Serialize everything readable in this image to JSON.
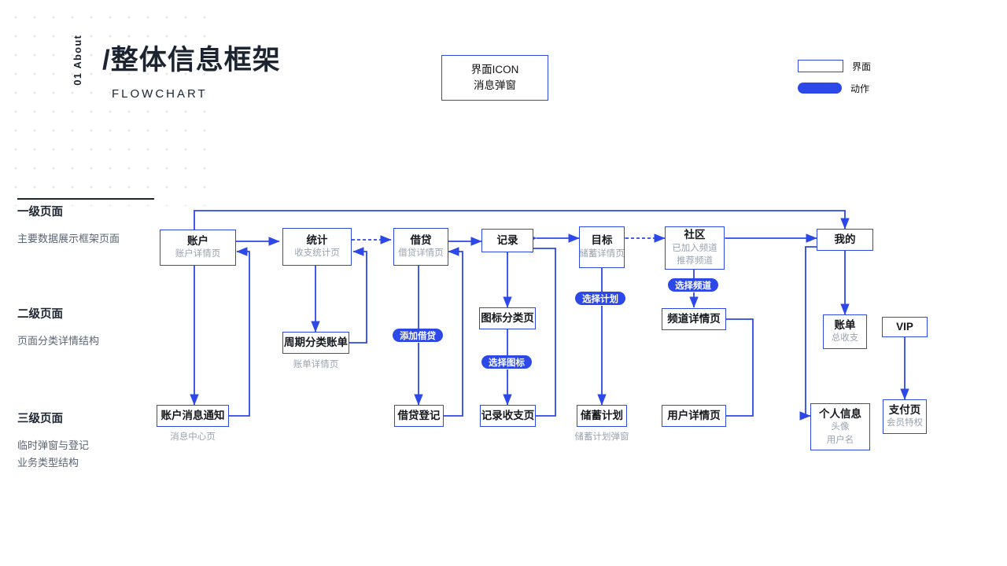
{
  "page": {
    "accent": "#2c48e8",
    "muted": "#9aa3b0",
    "ink": "#1b2430",
    "background": "#ffffff"
  },
  "header": {
    "index": "01 About",
    "title": "/整体信息框架",
    "subtitle": "FLOWCHART"
  },
  "top_box": {
    "line1": "界面ICON",
    "line2": "消息弹窗"
  },
  "legend": {
    "items": [
      {
        "label": "界面",
        "shape": "outlined-rectangle",
        "color": "#2c48e8"
      },
      {
        "label": "动作",
        "shape": "filled-pill",
        "color": "#2c48e8"
      }
    ]
  },
  "rails": [
    {
      "title": "一级页面",
      "desc": "主要数据展示框架页面"
    },
    {
      "title": "二级页面",
      "desc": "页面分类详情结构"
    },
    {
      "title": "三级页面",
      "desc": "临时弹窗与登记\n业务类型结构",
      "desc_line1": "临时弹窗与登记",
      "desc_line2": "业务类型结构"
    }
  ],
  "nodes": {
    "account": {
      "title": "账户",
      "sub": "账户详情页"
    },
    "stats": {
      "title": "统计",
      "sub": "收支统计页"
    },
    "loan": {
      "title": "借贷",
      "sub": "借贷详情页"
    },
    "record": {
      "title": "记录",
      "sub": ""
    },
    "goal": {
      "title": "目标",
      "sub": "储蓄详情页"
    },
    "community": {
      "title": "社区",
      "sub": "已加入频道",
      "sub2": "推荐频道"
    },
    "mine": {
      "title": "我的",
      "sub": ""
    },
    "cycle_bill": {
      "title": "周期分类账单",
      "sub": ""
    },
    "icon_category": {
      "title": "图标分类页",
      "sub": ""
    },
    "channel_detail": {
      "title": "频道详情页",
      "sub": ""
    },
    "bill": {
      "title": "账单",
      "sub": "总收支"
    },
    "vip": {
      "title": "VIP",
      "sub": ""
    },
    "account_notice": {
      "title": "账户消息通知",
      "sub": ""
    },
    "loan_register": {
      "title": "借贷登记",
      "sub": ""
    },
    "record_inout": {
      "title": "记录收支页",
      "sub": ""
    },
    "savings_plan": {
      "title": "储蓄计划",
      "sub": ""
    },
    "user_detail": {
      "title": "用户详情页",
      "sub": ""
    },
    "profile": {
      "title": "个人信息",
      "sub": "头像",
      "sub2": "用户名"
    },
    "payment": {
      "title": "支付页",
      "sub": "会员特权"
    }
  },
  "captions": {
    "cycle_bill": "账单详情页",
    "account_notice": "消息中心页",
    "savings_plan": "储蓄计划弹窗"
  },
  "actions": {
    "add_loan": "添加借贷",
    "select_icon": "选择图标",
    "select_plan": "选择计划",
    "select_channel": "选择频道"
  }
}
